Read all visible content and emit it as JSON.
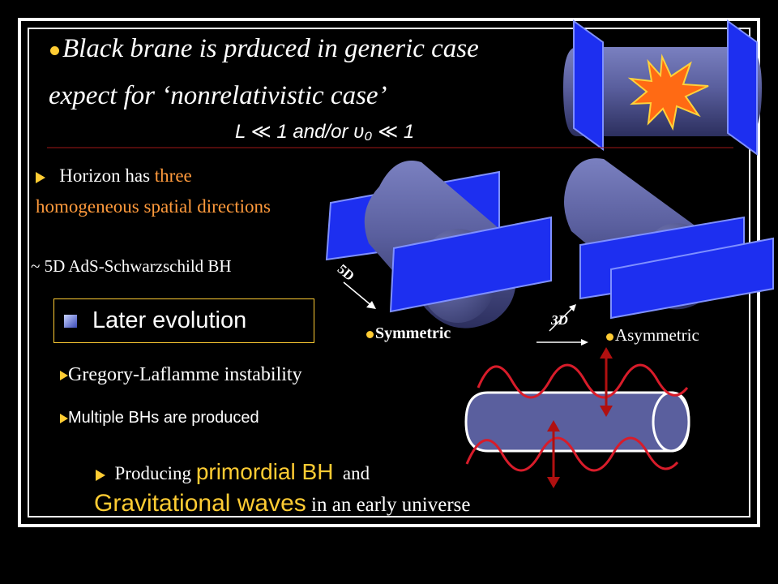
{
  "slide": {
    "line1": "Black brane is prduced in generic case",
    "line2": "expect for ‘nonrelativistic case’",
    "math": "L ≪ 1 and/or υ₀ ≪ 1",
    "horizon_a": "Horizon has ",
    "horizon_b": "three",
    "horizon_c": "homogeneous spatial directions",
    "ads": "~ 5D AdS-Schwarzschild BH",
    "later": "Later evolution",
    "gl": "Gregory-Laflamme instability",
    "multiple": "Multiple BHs are produced",
    "prod_a": "Producing ",
    "prod_b": "primordial BH",
    "prod_c": "and",
    "grav_a": "Gravitational waves",
    "grav_b": " in an early universe",
    "symmetric": "Symmetric",
    "asymmetric": "Asymmetric",
    "label_5d": "5D",
    "label_3d": "3D"
  },
  "colors": {
    "background": "#000000",
    "highlight": "#ff9a3c",
    "accent": "#ffcc33",
    "brane_blue": "#1d2ff0",
    "cylinder": "#5a5f9e",
    "wave": "#d81c2a"
  },
  "icons": [
    "bullet-dot-icon",
    "arrow-bullet-icon",
    "square-bullet-icon",
    "explosion-star-icon",
    "arrow-icon"
  ]
}
